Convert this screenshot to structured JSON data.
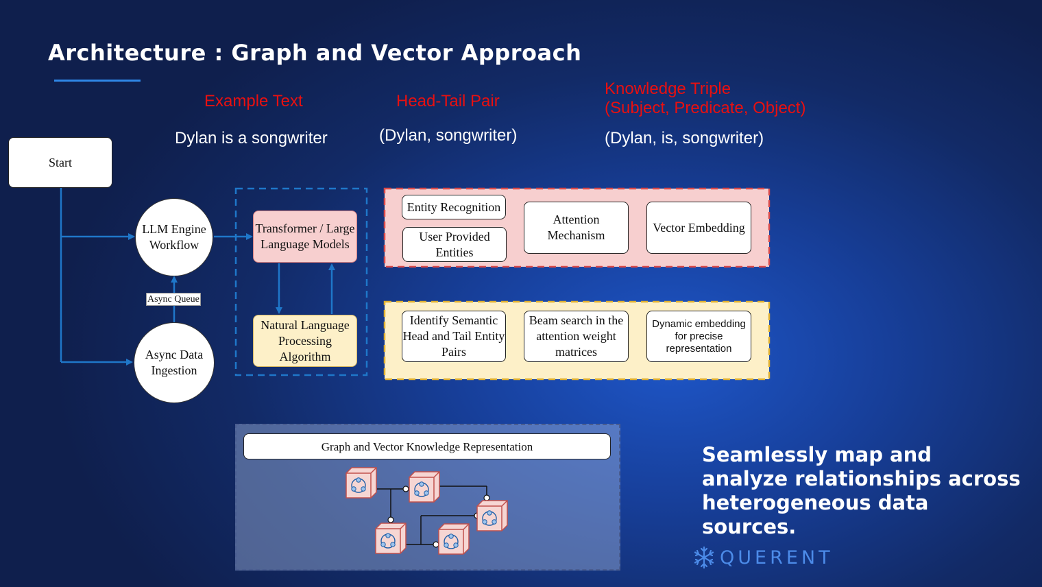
{
  "slide": {
    "title": "Architecture : Graph and Vector Approach",
    "columns": [
      {
        "header": "Example Text",
        "example": "Dylan is a songwriter"
      },
      {
        "header": "Head-Tail Pair",
        "example": "(Dylan, songwriter)"
      },
      {
        "header_line1": "Knowledge Triple",
        "header_line2": "(Subject, Predicate, Object)",
        "example": "(Dylan, is, songwriter)"
      }
    ],
    "flow": {
      "start": "Start",
      "llm_workflow": "LLM Engine Workflow",
      "async_queue": "Async Queue",
      "async_ingestion": "Async Data Ingestion",
      "transformer": "Transformer / Large Language Models",
      "nlp": "Natural Language Processing Algorithm"
    },
    "red_group": {
      "entity_recognition": "Entity Recognition",
      "user_entities": "User Provided Entities",
      "attention": "Attention Mechanism",
      "vector_embedding": "Vector Embedding"
    },
    "yellow_group": {
      "semantic_pairs": "Identify Semantic Head and Tail Entity Pairs",
      "beam_search": "Beam search in the attention weight matrices",
      "dynamic_embedding": "Dynamic embedding for precise representation"
    },
    "graph": {
      "title": "Graph and Vector Knowledge Representation"
    },
    "tagline": "Seamlessly map and analyze relationships across heterogeneous data sources.",
    "brand": "QUERENT",
    "colors": {
      "accent_red": "#e81010",
      "red_group_fill": "#f7cfcf",
      "yellow_group_fill": "#fdf0c8",
      "arrow_blue": "#1f77c9",
      "brand_blue": "#4c8be8"
    }
  }
}
